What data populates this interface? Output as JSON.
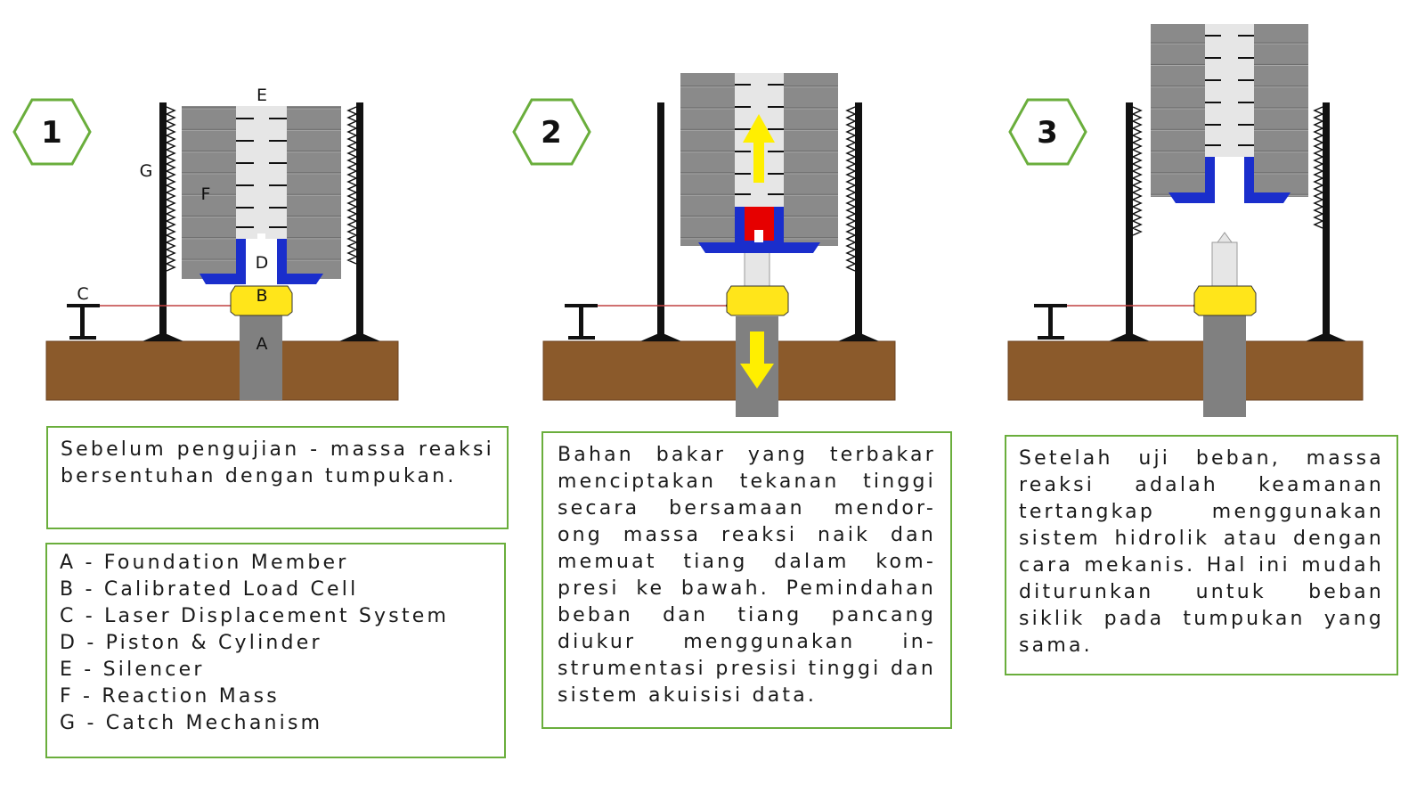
{
  "panels": [
    {
      "number": "1",
      "caption": "Sebelum pengujian - massa reaksi bersentuhan dengan tumpukan."
    },
    {
      "number": "2",
      "caption": "Bahan bakar yang terbakar menciptakan tekanan tinggi secara bersamaan mendor-ong massa reaksi naik dan memuat tiang dalam kom-presi ke bawah. Pemindahan beban dan tiang pancang diukur menggunakan in-strumentasi presisi tinggi dan sistem akuisisi data."
    },
    {
      "number": "3",
      "caption": "Setelah uji beban, massa reaksi adalah keamanan tertangkap menggunakan sistem hidrolik atau dengan cara mekanis. Hal ini mudah diturunkan untuk beban siklik pada tumpukan yang sama."
    }
  ],
  "diagram_labels": {
    "a": "A",
    "b": "B",
    "c": "C",
    "d": "D",
    "e": "E",
    "f": "F",
    "g": "G"
  },
  "legend": [
    "A - Foundation Member",
    "B - Calibrated Load Cell",
    "C - Laser Displacement System",
    "D - Piston & Cylinder",
    "E - Silencer",
    "F - Reaction Mass",
    "G - Catch Mechanism"
  ],
  "colors": {
    "accent_green": "#6aae3c",
    "ground": "#8b5a2b",
    "mass_gray": "#8a8a8a",
    "silencer": "#e6e6e6",
    "cylinder_blue": "#1a2ecc",
    "load_cell_yellow": "#ffe51a",
    "pressure_red": "#e60000",
    "arrow_yellow": "#ffef00"
  }
}
